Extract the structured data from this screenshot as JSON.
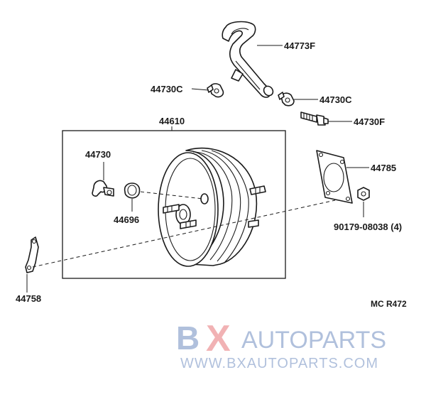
{
  "labels": {
    "hose": "44773F",
    "clip_left": "44730C",
    "clip_right": "44730C",
    "check_valve": "44730F",
    "booster_assy": "44610",
    "clamp": "44730",
    "grommet": "44696",
    "gasket": "44785",
    "nut": "90179-08038 (4)",
    "bracket": "44758"
  },
  "figure_code": "MC R472",
  "watermark": {
    "brand_b": "B",
    "brand_x": "X",
    "brand_rest": "AUTOPARTS",
    "url": "WWW.BXAUTOPARTS.COM",
    "color_blue": "#1f4e9e",
    "color_red": "#d9262c"
  }
}
